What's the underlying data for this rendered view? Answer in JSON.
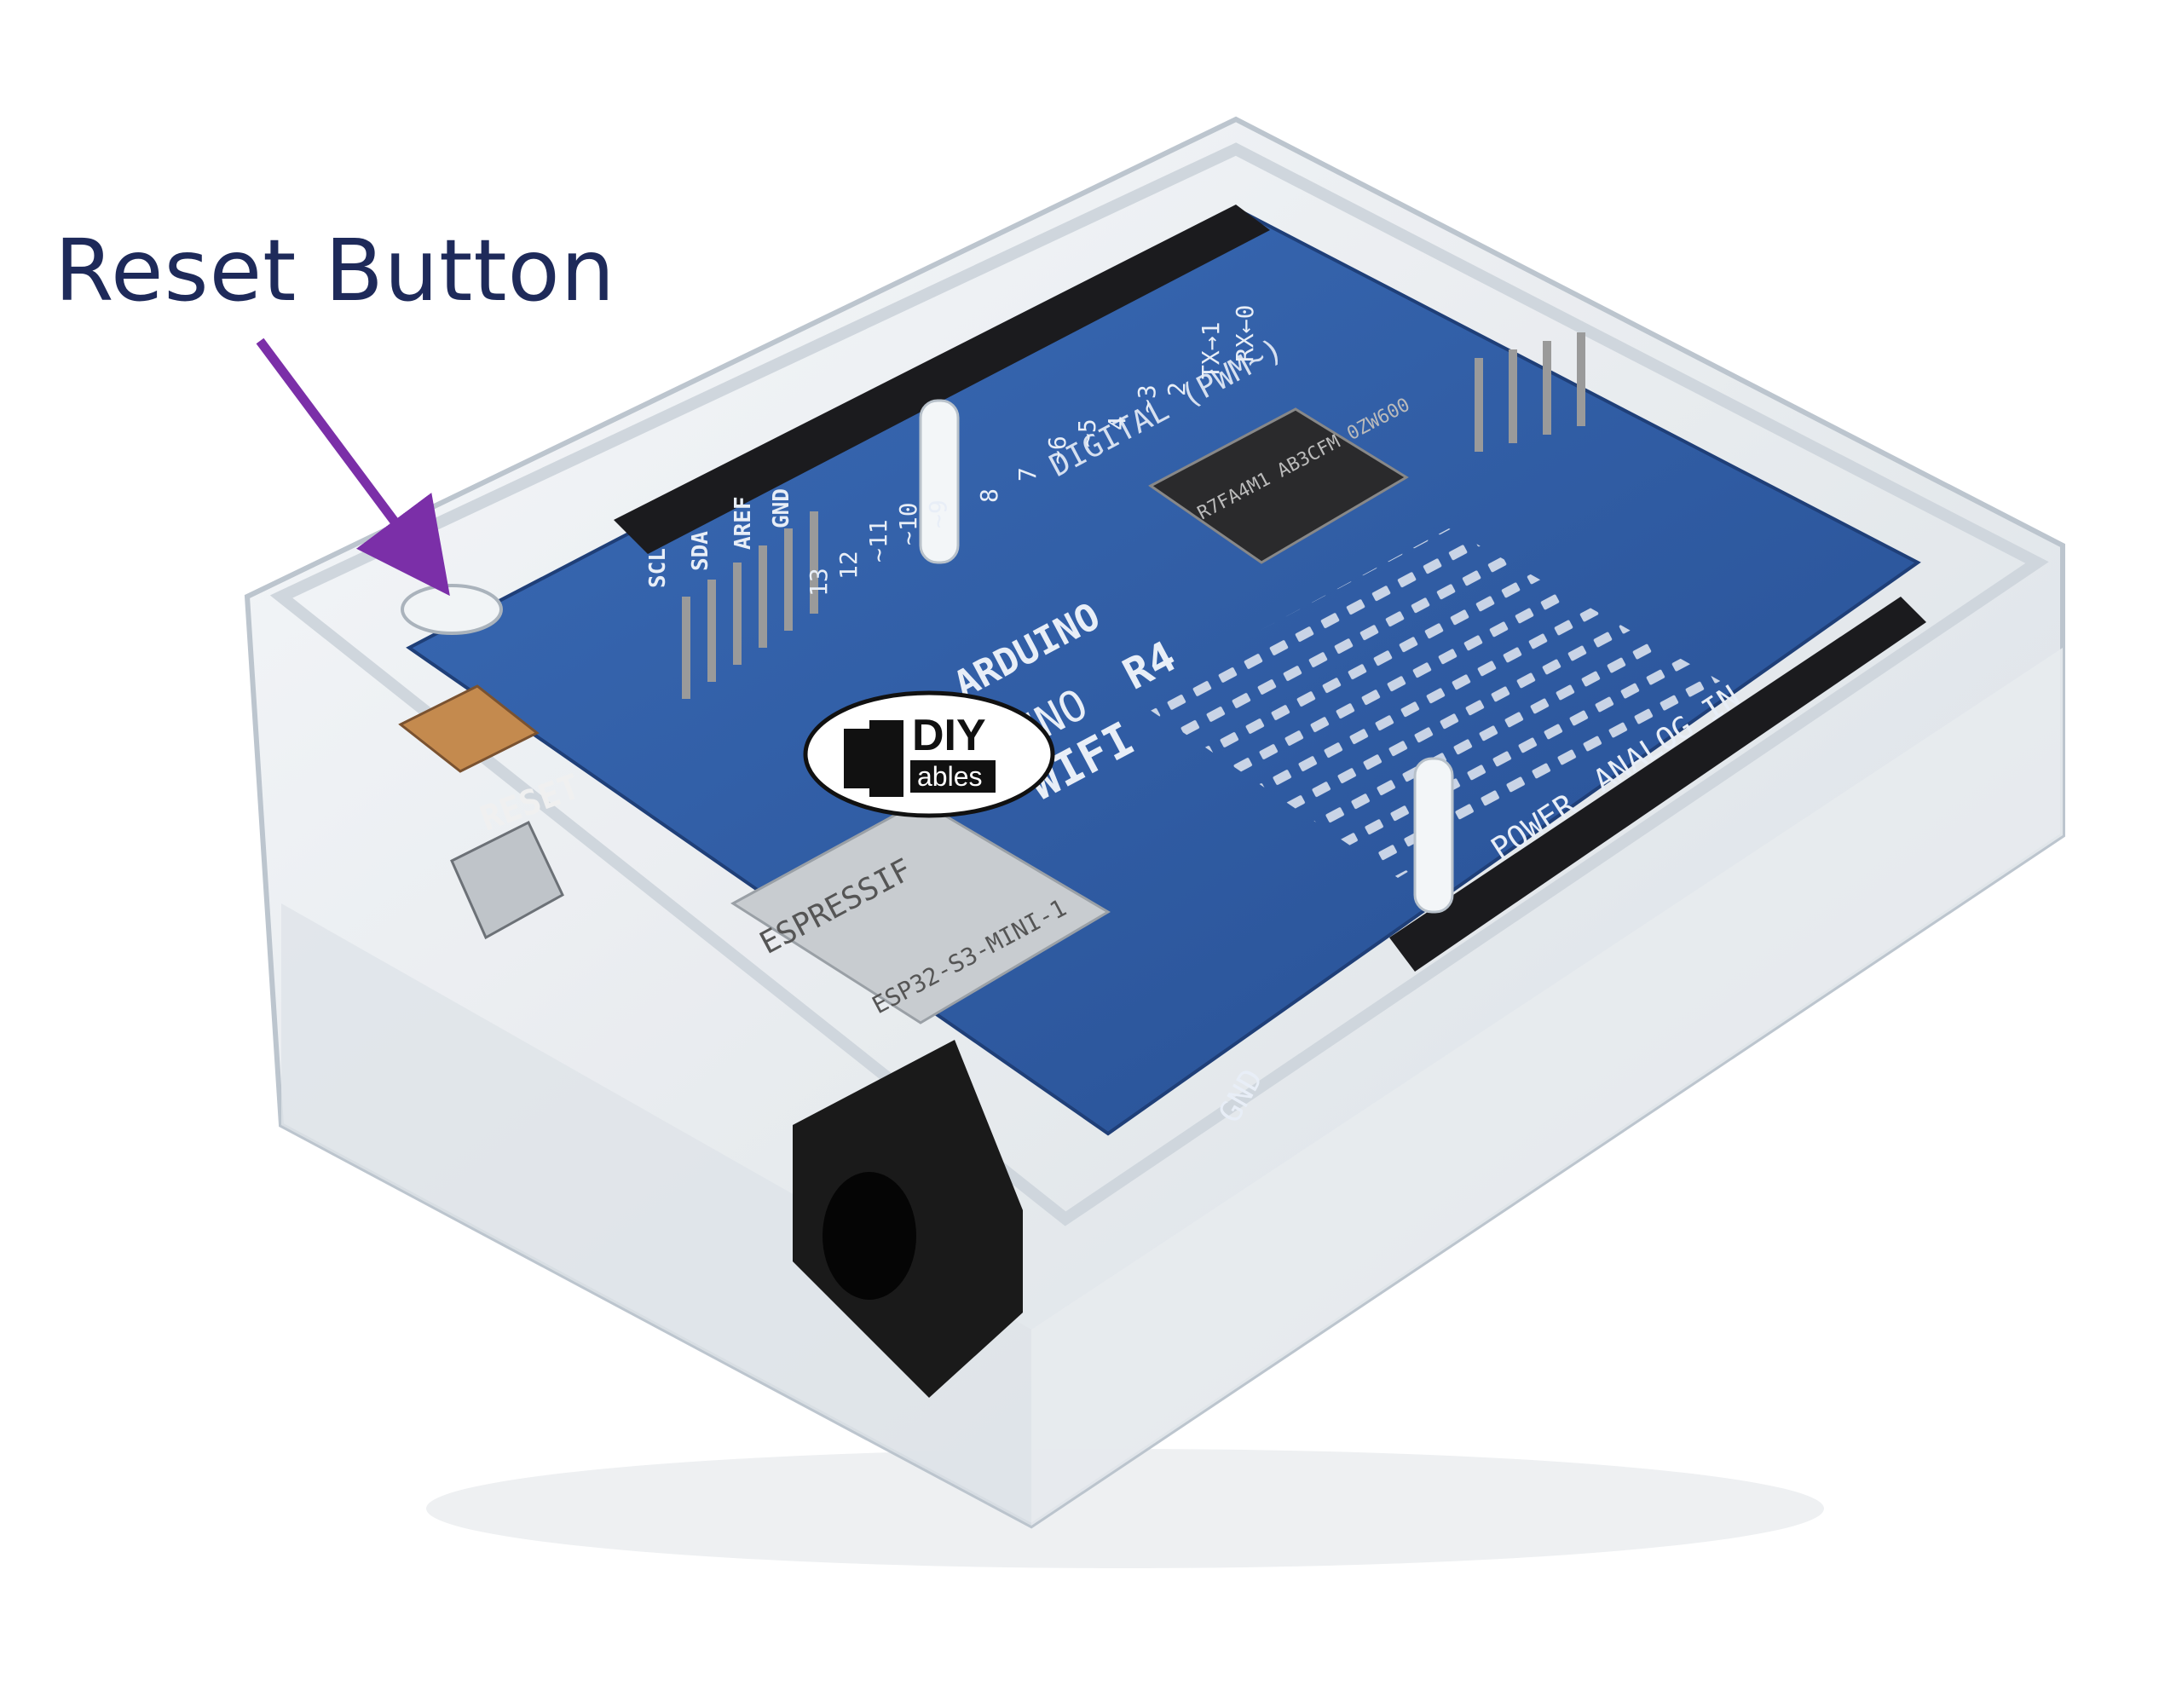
{
  "callout": {
    "label": "Reset Button",
    "arrow_color": "#7b2fa8",
    "text_color": "#1e2a5a"
  },
  "board": {
    "brand": "ARDUINO",
    "model_left": "UNO",
    "model_right": "R4",
    "variant": "WIFI",
    "reset_label": "RESET",
    "digital_header": "DIGITAL (PWM~)",
    "power_label": "POWER",
    "analog_label": "ANALOG IN",
    "pin_labels": [
      "SCL",
      "SDA",
      "AREF",
      "GND"
    ],
    "pin_numbers": [
      "13",
      "12",
      "~11",
      "~10",
      "~9",
      "8",
      "7",
      "~6",
      "~5",
      "4",
      "~3",
      "2",
      "TX→1",
      "RX←0"
    ],
    "module_text": "ESPRESSIF",
    "module_sub": "ESP32-S3-MINI-1",
    "mcu_text": "R7FA4M1 AB3CFM 0ZW600",
    "gnd_label": "GND",
    "colors": {
      "pcb": "#2f5da8",
      "case": "#e9eef3",
      "header": "#1b1b1e",
      "connector": "#222222"
    }
  },
  "logo": {
    "line1": "DIY",
    "line2": "ables"
  }
}
